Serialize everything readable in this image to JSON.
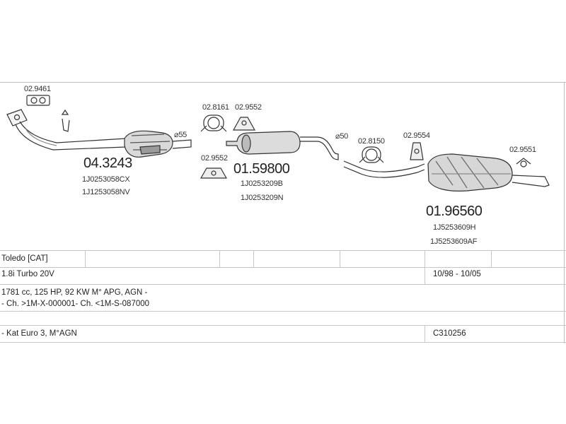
{
  "diagram": {
    "parts": {
      "flange_gasket": {
        "ref": "02.9461"
      },
      "catalyst": {
        "number": "04.3243",
        "oem": [
          "1J0253058CX",
          "1J1253058NV"
        ],
        "diameter": "⌀55"
      },
      "ring_clamp": {
        "ref": "02.8161"
      },
      "hanger_a": {
        "ref": "02.9552"
      },
      "hanger_b": {
        "ref": "02.9552"
      },
      "middle_silencer": {
        "number": "01.59800",
        "oem": [
          "1J0253209B",
          "1J0253209N"
        ]
      },
      "pipe_diameter": "⌀50",
      "clamp_54": {
        "ref": "02.8150"
      },
      "hanger_c": {
        "ref": "02.9554"
      },
      "hanger_d": {
        "ref": "02.9551"
      },
      "rear_silencer": {
        "number": "01.96560",
        "oem": [
          "1J5253609H",
          "1J5253609AF"
        ]
      }
    }
  },
  "table": {
    "model": "Toledo  [CAT]",
    "engine": "1.8i Turbo 20V",
    "years": "10/98 - 10/05",
    "specs": "1781 cc, 125 HP, 92 KW M° APG, AGN -",
    "chassis": "- Ch. >1M-X-000001- Ch. <1M-S-087000",
    "notes": "- Kat Euro 3, M°AGN",
    "code": "C310256"
  }
}
